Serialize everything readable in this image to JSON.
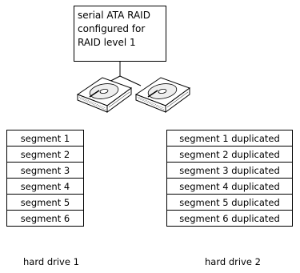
{
  "raid_box": {
    "lines": [
      "serial ATA RAID",
      "configured for",
      "RAID level 1"
    ]
  },
  "drives": [
    {
      "label": "hard drive 1",
      "segments": [
        "segment 1",
        "segment 2",
        "segment 3",
        "segment 4",
        "segment 5",
        "segment 6"
      ]
    },
    {
      "label": "hard drive 2",
      "segments": [
        "segment 1 duplicated",
        "segment 2 duplicated",
        "segment 3 duplicated",
        "segment 4 duplicated",
        "segment 5 duplicated",
        "segment 6 duplicated"
      ]
    }
  ]
}
